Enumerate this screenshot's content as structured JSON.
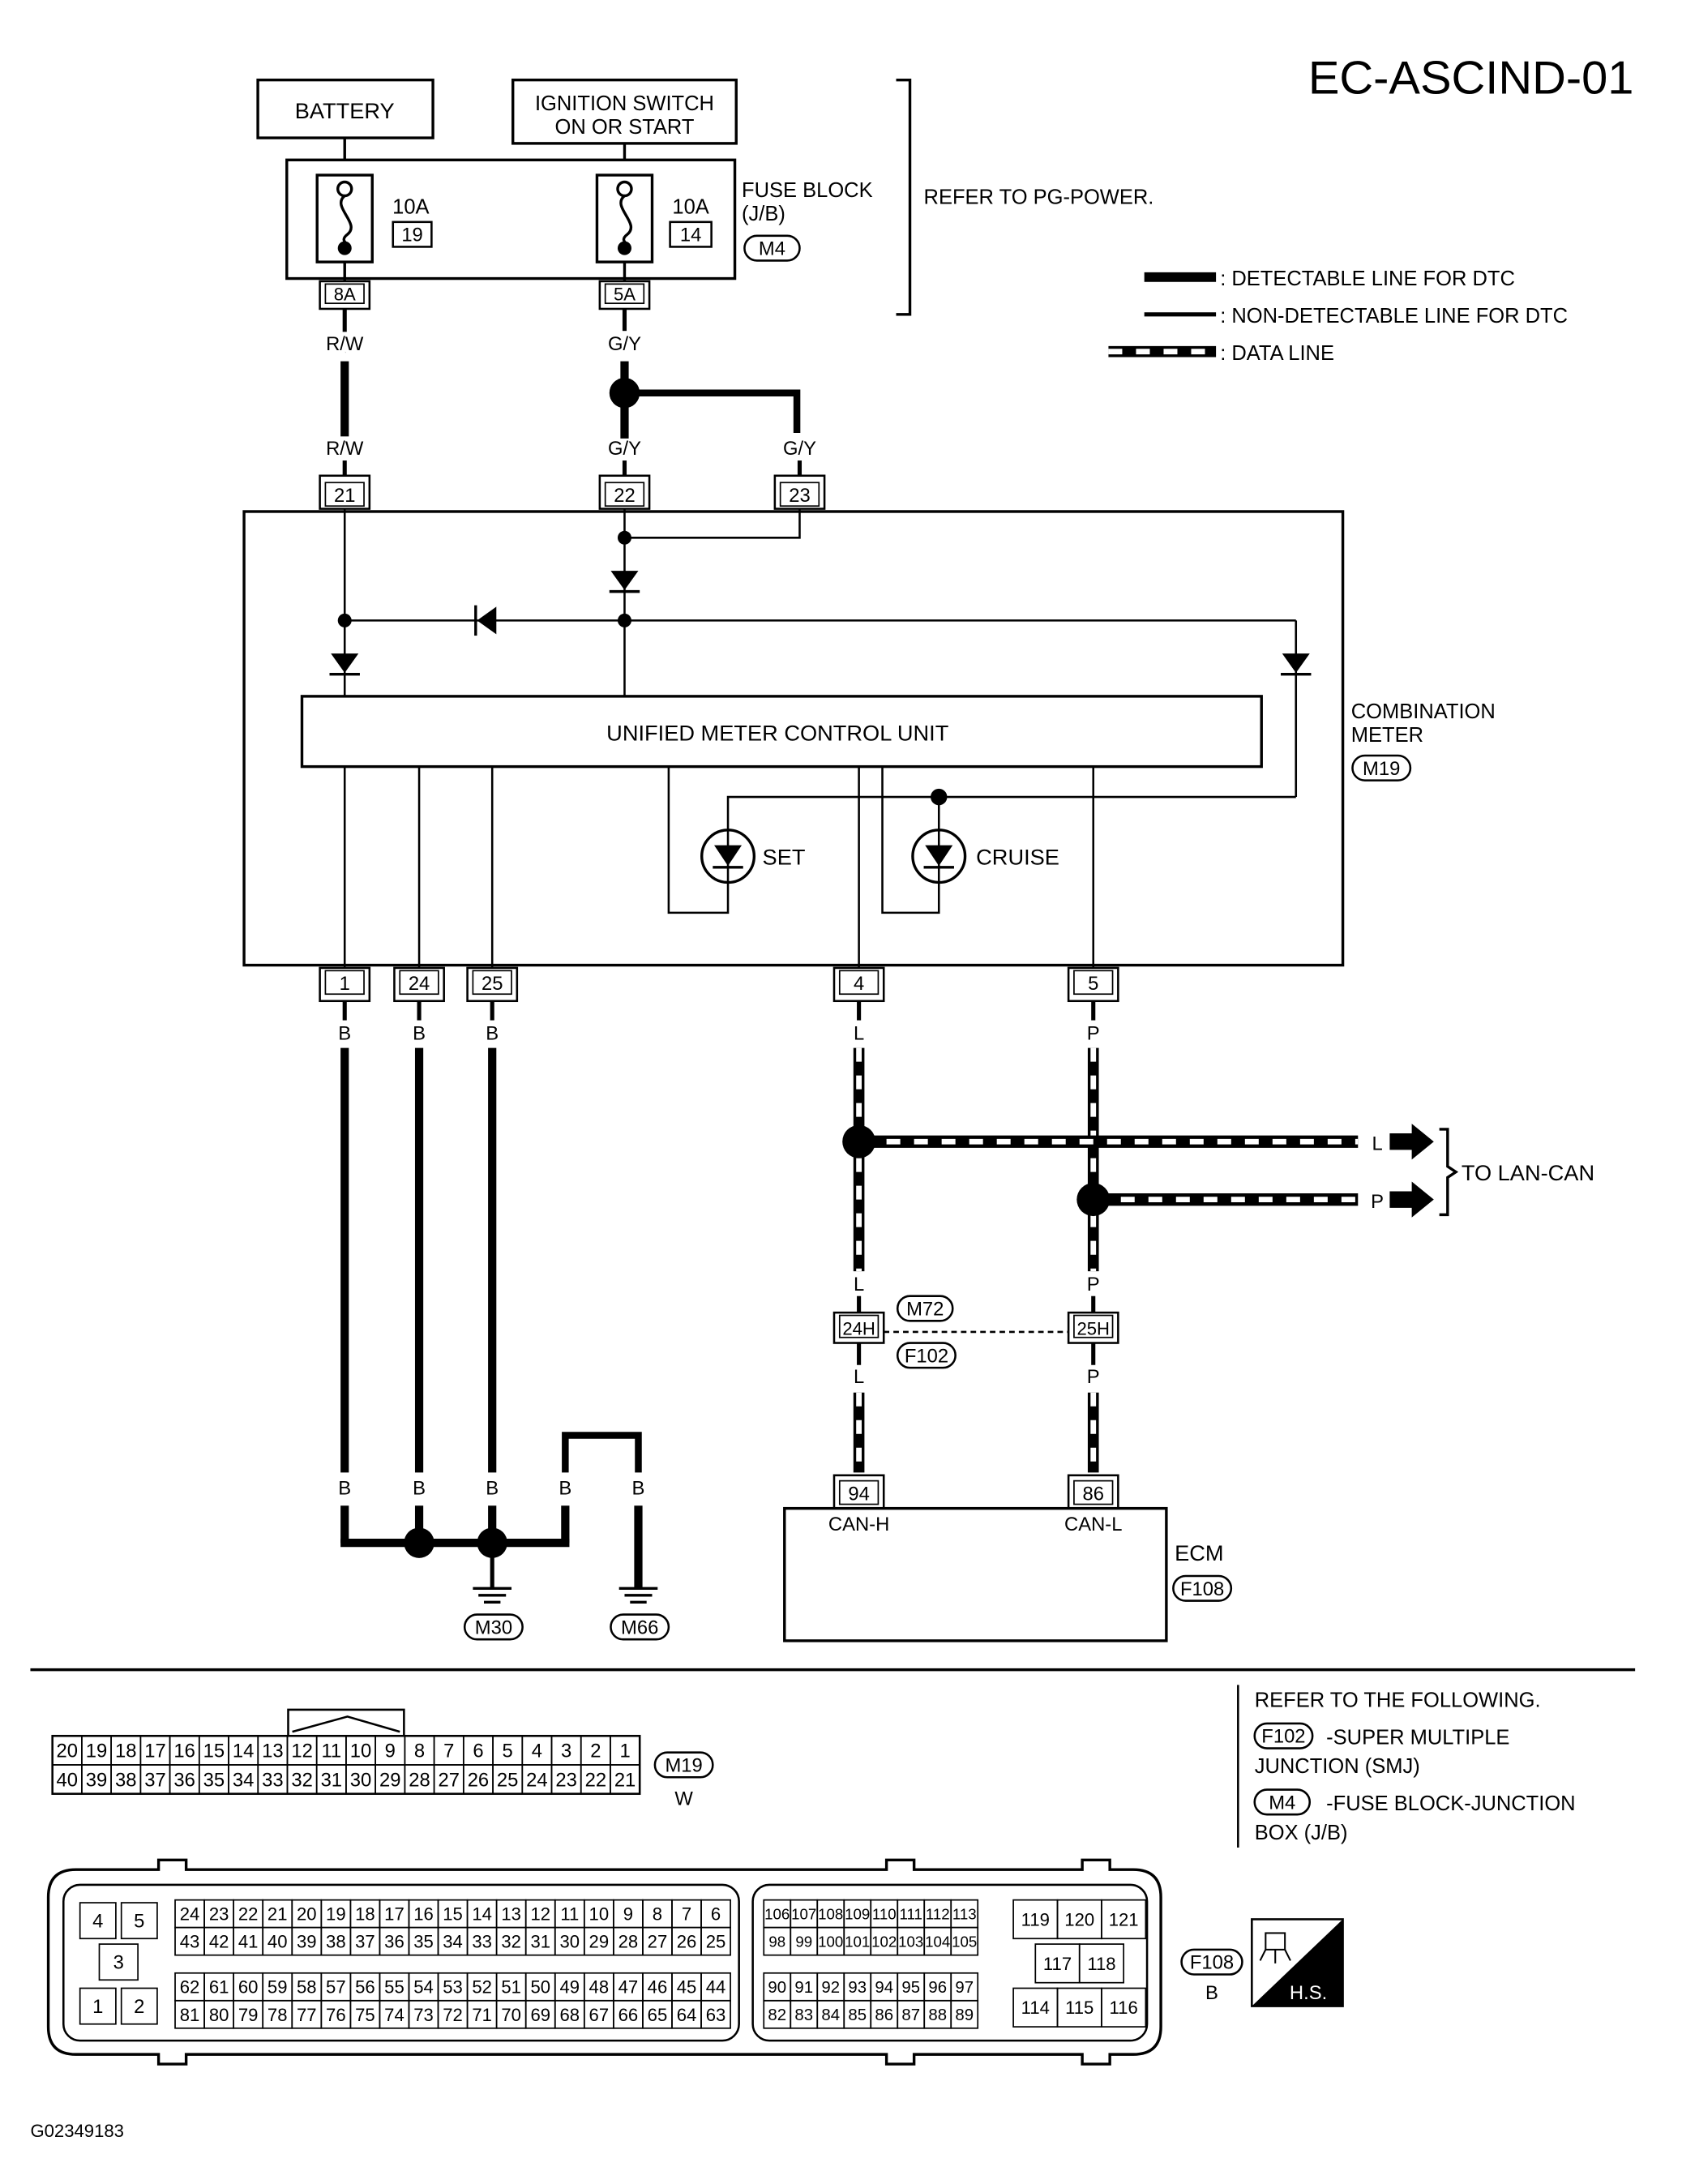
{
  "page_code": "EC-ASCIND-01",
  "figure_id": "G02349183",
  "power": {
    "battery": "BATTERY",
    "ignition": [
      "IGNITION SWITCH",
      "ON OR START"
    ],
    "fuse_block": [
      "FUSE BLOCK",
      "(J/B)"
    ],
    "fuse_block_conn": "M4",
    "refer": "REFER TO PG-POWER.",
    "fuses": [
      {
        "amp": "10A",
        "num": "19",
        "term": "8A"
      },
      {
        "amp": "10A",
        "num": "14",
        "term": "5A"
      }
    ]
  },
  "legend": [
    {
      "style": "detectable",
      "label": ": DETECTABLE LINE FOR DTC"
    },
    {
      "style": "non-detectable",
      "label": ": NON-DETECTABLE LINE FOR DTC"
    },
    {
      "style": "data",
      "label": ": DATA LINE"
    }
  ],
  "combination_meter": {
    "label": [
      "COMBINATION",
      "METER"
    ],
    "connector": "M19",
    "unit": "UNIFIED METER CONTROL UNIT",
    "top_pins": [
      "21",
      "22",
      "23"
    ],
    "bottom_pins": [
      "1",
      "24",
      "25",
      "4",
      "5"
    ],
    "leds": [
      "SET",
      "CRUISE"
    ]
  },
  "wire_colors": {
    "rw": "R/W",
    "gy": "G/Y",
    "b": "B",
    "l": "L",
    "p": "P"
  },
  "lan": {
    "label": "TO LAN-CAN",
    "junction_pins": [
      "24H",
      "25H"
    ],
    "junction_conns": [
      "M72",
      "F102"
    ]
  },
  "ecm": {
    "label": "ECM",
    "connector": "F108",
    "pins": [
      {
        "num": "94",
        "name": "CAN-H"
      },
      {
        "num": "86",
        "name": "CAN-L"
      }
    ]
  },
  "grounds": [
    "M30",
    "M66"
  ],
  "references": {
    "title": "REFER TO THE FOLLOWING.",
    "items": [
      {
        "conn": "F102",
        "lines": [
          "-SUPER MULTIPLE",
          "JUNCTION (SMJ)"
        ]
      },
      {
        "conn": "M4",
        "lines": [
          "-FUSE BLOCK-JUNCTION",
          "BOX (J/B)"
        ]
      }
    ]
  },
  "m19_face": {
    "name": "M19",
    "color": "W",
    "row1": [
      "20",
      "19",
      "18",
      "17",
      "16",
      "15",
      "14",
      "13",
      "12",
      "11",
      "10",
      "9",
      "8",
      "7",
      "6",
      "5",
      "4",
      "3",
      "2",
      "1"
    ],
    "row2": [
      "40",
      "39",
      "38",
      "37",
      "36",
      "35",
      "34",
      "33",
      "32",
      "31",
      "30",
      "29",
      "28",
      "27",
      "26",
      "25",
      "24",
      "23",
      "22",
      "21"
    ]
  },
  "f108_face": {
    "name": "F108",
    "color": "B",
    "hs_label": "H.S.",
    "left_block": [
      "4",
      "5",
      "3",
      "1",
      "2"
    ],
    "rowA": [
      "24",
      "23",
      "22",
      "21",
      "20",
      "19",
      "18",
      "17",
      "16",
      "15",
      "14",
      "13",
      "12",
      "11",
      "10",
      "9",
      "8",
      "7",
      "6"
    ],
    "rowB": [
      "43",
      "42",
      "41",
      "40",
      "39",
      "38",
      "37",
      "36",
      "35",
      "34",
      "33",
      "32",
      "31",
      "30",
      "29",
      "28",
      "27",
      "26",
      "25"
    ],
    "rowC": [
      "62",
      "61",
      "60",
      "59",
      "58",
      "57",
      "56",
      "55",
      "54",
      "53",
      "52",
      "51",
      "50",
      "49",
      "48",
      "47",
      "46",
      "45",
      "44"
    ],
    "rowD": [
      "81",
      "80",
      "79",
      "78",
      "77",
      "76",
      "75",
      "74",
      "73",
      "72",
      "71",
      "70",
      "69",
      "68",
      "67",
      "66",
      "65",
      "64",
      "63"
    ],
    "midA": [
      "106",
      "107",
      "108",
      "109",
      "110",
      "111",
      "112",
      "113"
    ],
    "midB": [
      "98",
      "99",
      "100",
      "101",
      "102",
      "103",
      "104",
      "105"
    ],
    "midC": [
      "90",
      "91",
      "92",
      "93",
      "94",
      "95",
      "96",
      "97"
    ],
    "midD": [
      "82",
      "83",
      "84",
      "85",
      "86",
      "87",
      "88",
      "89"
    ],
    "right_top": [
      "119",
      "120",
      "121"
    ],
    "right_mid": [
      "117",
      "118"
    ],
    "right_bot": [
      "114",
      "115",
      "116"
    ]
  }
}
